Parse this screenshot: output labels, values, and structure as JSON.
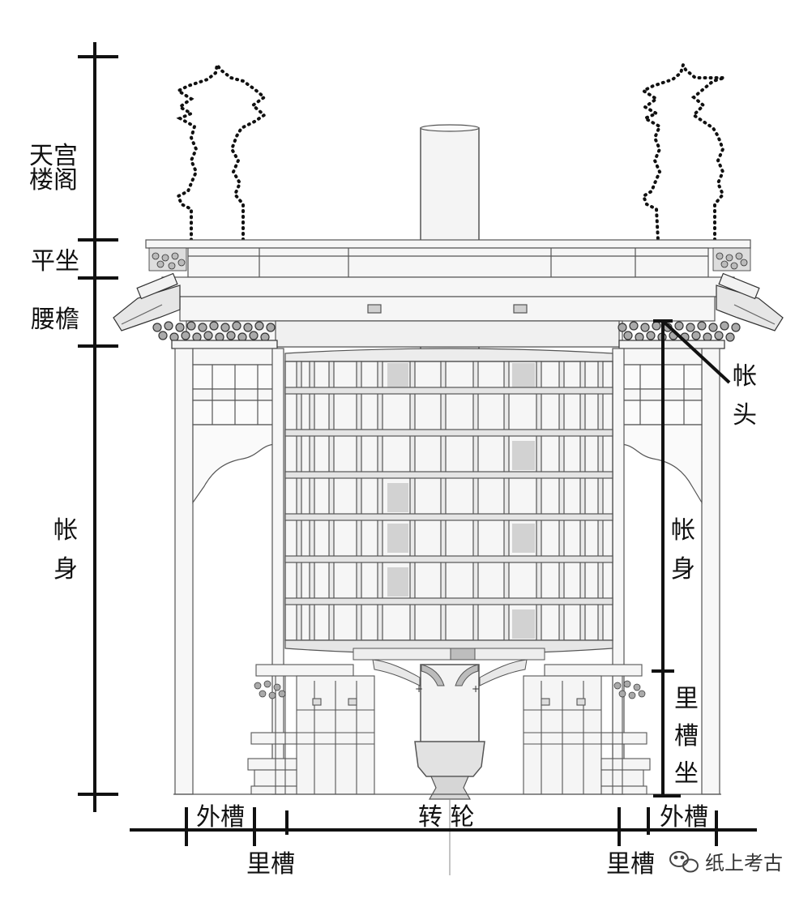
{
  "labels": {
    "tiangong_1": "天宫",
    "tiangong_2": "楼阁",
    "pingzuo": "平坐",
    "yaoyan": "腰檐",
    "zhangshen_left_1": "帐",
    "zhangshen_left_2": "身",
    "zhangtou_1": "帐",
    "zhangtou_2": "头",
    "zhangshen_right_1": "帐",
    "zhangshen_right_2": "身",
    "licaozuo_1": "里",
    "licaozuo_2": "槽",
    "licaozuo_3": "坐",
    "waicao_left": "外槽",
    "waicao_right": "外槽",
    "zhuanlun": "转 轮",
    "licao_left": "里槽",
    "licao_right": "里槽"
  },
  "watermark": {
    "icon": "wechat-icon",
    "text": "纸上考古"
  },
  "colors": {
    "line": "#111111",
    "structure": "#555555",
    "fill_light": "#f2f2f2",
    "fill_mid": "#d9d9d9",
    "fill_dark": "#bdbdbd"
  }
}
